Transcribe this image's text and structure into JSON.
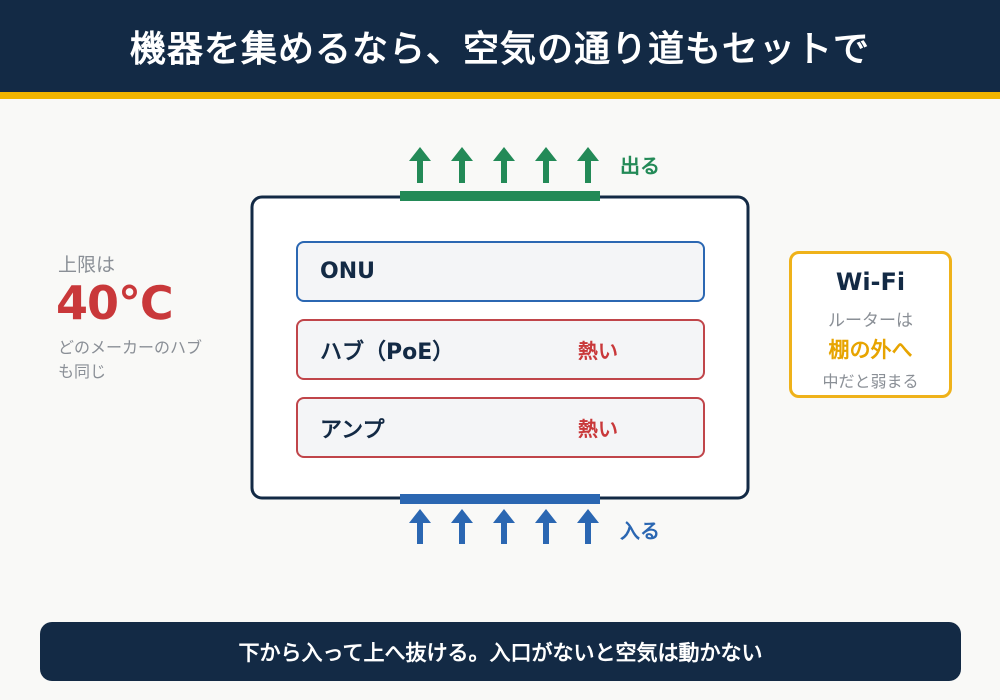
{
  "title": "機器を集めるなら、空気の通り道もセットで",
  "limit": {
    "label": "上限は",
    "value": "40℃",
    "note": "どのメーカーのハブも同じ"
  },
  "devices": [
    {
      "name": "ONU",
      "hot": ""
    },
    {
      "name": "ハブ（PoE）",
      "hot": "熱い"
    },
    {
      "name": "アンプ",
      "hot": "熱い"
    }
  ],
  "airflow": {
    "out_label": "出る",
    "in_label": "入る",
    "out_color": "#238a57",
    "in_color": "#2b67b2",
    "arrow_count": 5
  },
  "wifi": {
    "title": "Wi-Fi",
    "line1": "ルーターは",
    "highlight": "棚の外へ",
    "line3": "中だと弱まる"
  },
  "footer": "下から入って上へ抜ける。入口がないと空気は動かない",
  "colors": {
    "navy": "#132a45",
    "gold": "#f0b400",
    "hot_red": "#c9383a",
    "cool_blue": "#2b67b2",
    "out_green": "#238a57"
  }
}
